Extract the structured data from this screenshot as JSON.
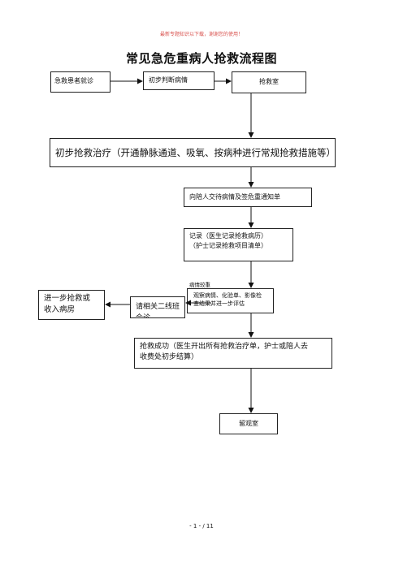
{
  "watermark": "最新专题知识以下载，谢谢您的使用！",
  "title": "常见急危重病人抢救流程图",
  "nodes": {
    "arrival": "急救患者就诊",
    "initial_judgment": "初步判断病情",
    "rescue_room": "抢救室",
    "initial_treatment": "初步抢救治疗（开通静脉通道、吸氧、按病种进行常规抢救措施等）",
    "inform_family": "向陪人交待病情及签危重通知单",
    "record_line1": "记录（医生记录抢救病历）",
    "record_line2": "（护士记录抢救项目清单）",
    "observe_line1": "观察病情、化验单、影像检",
    "observe_line2": "查结果并进一步评估",
    "further_line1": "进一步抢救或",
    "further_line2": "收入病房",
    "consult_line1": "请相关二线班",
    "consult_line2": "会诊",
    "success_line1": "抢救成功（医生开出所有抢救治疗单，护士或陪人去",
    "success_line2": "收费处初步结算）",
    "observation_room": "留观室"
  },
  "edge_labels": {
    "serious": "病情较重"
  },
  "footer": "- 1 - / 11"
}
